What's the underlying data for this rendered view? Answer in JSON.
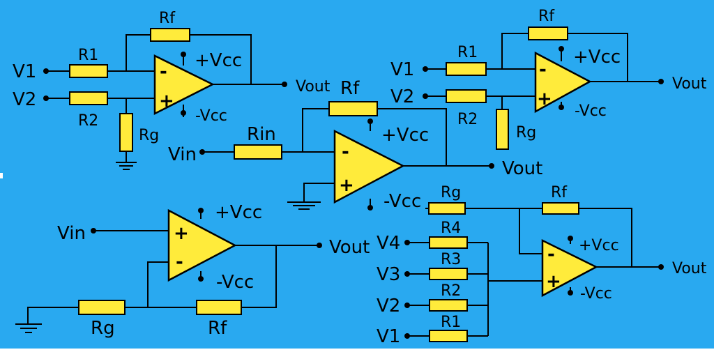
{
  "background": "#29a9f0",
  "yellow": "#ffeb3b",
  "labels": {
    "plus_vcc": "+Vcc",
    "minus_vcc": "-Vcc",
    "vout": "Vout",
    "vin": "Vin",
    "v1": "V1",
    "v2": "V2",
    "v3": "V3",
    "v4": "V4",
    "r1": "R1",
    "r2": "R2",
    "r3": "R3",
    "r4": "R4",
    "rf": "Rf",
    "rg": "Rg",
    "rin": "Rin",
    "minus": "-",
    "plus": "+"
  }
}
